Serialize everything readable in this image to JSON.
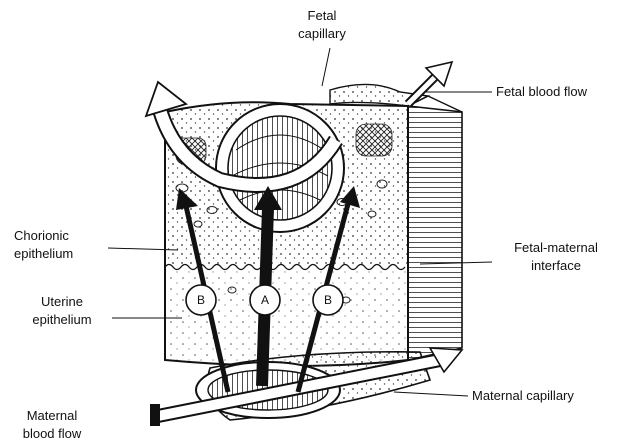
{
  "labels": {
    "fetal_capillary_1": "Fetal",
    "fetal_capillary_2": "capillary",
    "fetal_blood_flow": "Fetal blood flow",
    "chorionic_1": "Chorionic",
    "chorionic_2": "epithelium",
    "fetal_maternal_1": "Fetal-maternal",
    "fetal_maternal_2": "interface",
    "uterine_1": "Uterine",
    "uterine_2": "epithelium",
    "maternal_capillary": "Maternal capillary",
    "maternal_flow_1": "Maternal",
    "maternal_flow_2": "blood flow"
  },
  "transport_markers": {
    "left": "B",
    "center": "A",
    "right": "B"
  }
}
